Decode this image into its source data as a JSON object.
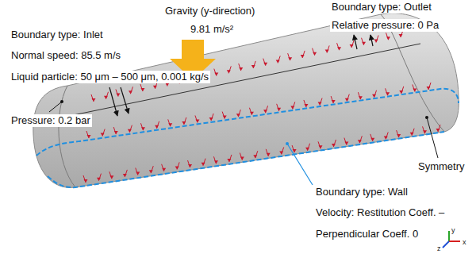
{
  "diagram": {
    "labels": [
      "Gravity (y-direction)",
      "9.81 m/s²",
      "Boundary type: Outlet",
      "Relative pressure: 0 Pa",
      "Boundary type: Inlet",
      "Normal speed: 85.5 m/s",
      "Liquid particle: 50 μm – 500 μm, 0.001 kg/s",
      "Pressure: 0.2 bar",
      "Symmetry",
      "Boundary type: Wall",
      "Velocity: Restitution Coeff. –",
      "Perpendicular Coeff. 0",
      "y",
      "x",
      "z"
    ]
  }
}
